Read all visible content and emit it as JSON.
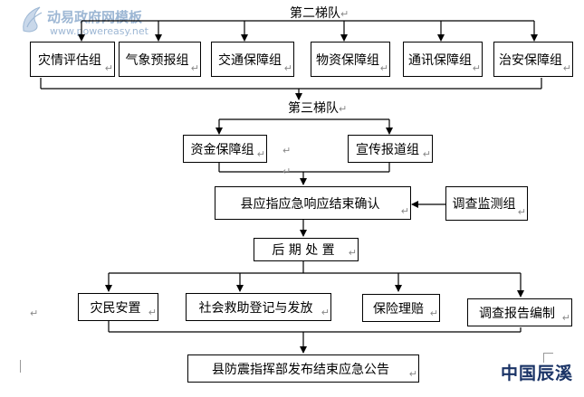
{
  "watermark": {
    "title": "动易政府网模板",
    "url": "www.powereasy.net"
  },
  "tiers": {
    "second": "第二梯队",
    "third": "第三梯队"
  },
  "row1": [
    "灾情评估组",
    "气象预报组",
    "交通保障组",
    "物资保障组",
    "通讯保障组",
    "治安保障组"
  ],
  "row2": [
    "资金保障组",
    "宣传报道组"
  ],
  "confirm": "县应指应急响应结束确认",
  "monitor": "调查监测组",
  "aftermath": "后 期 处 置",
  "row4": [
    "灾民安置",
    "社会救助登记与发放",
    "保险理赔",
    "调查报告编制"
  ],
  "announce": "县防震指挥部发布结束应急公告",
  "brand": "中国辰溪",
  "paragraph_mark": "↵"
}
